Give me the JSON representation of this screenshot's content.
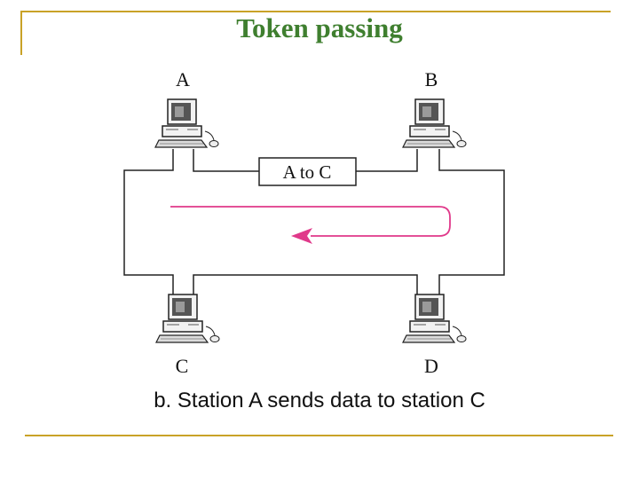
{
  "slide": {
    "title": "Token passing",
    "caption": "b. Station A sends data to station C"
  },
  "diagram": {
    "stations": [
      {
        "label": "A"
      },
      {
        "label": "B"
      },
      {
        "label": "C"
      },
      {
        "label": "D"
      }
    ],
    "frame_label": "A to C",
    "colors": {
      "accent_rule": "#c9a227",
      "title": "#3f7f2f",
      "token_path": "#e0398a",
      "ring": "#222222"
    },
    "icons": [
      "computer-icon"
    ]
  }
}
